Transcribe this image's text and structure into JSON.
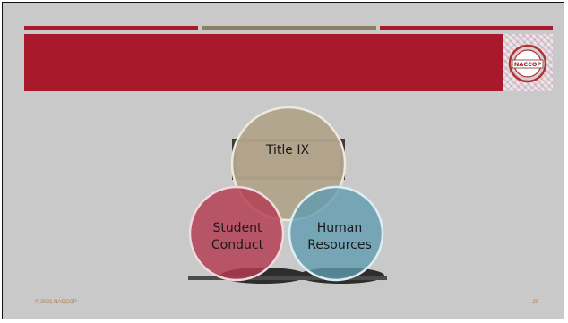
{
  "slide": {
    "logo_text": "NACCOP",
    "venn": {
      "top": "Title IX",
      "left_line1": "Student",
      "left_line2": "Conduct",
      "right_line1": "Human",
      "right_line2": "Resources"
    },
    "footer": {
      "copyright": "© 2021 NACCOP",
      "page_number": "20"
    }
  },
  "colors": {
    "brand_red": "#a8192c",
    "accent_tan": "#8e7e66",
    "background": "#c9c9c9",
    "title_ix_circle": "#b2a48c",
    "student_circle": "#b33a51",
    "hr_circle": "#5f9bb1"
  },
  "icons": [
    "naccop-seal-icon"
  ]
}
